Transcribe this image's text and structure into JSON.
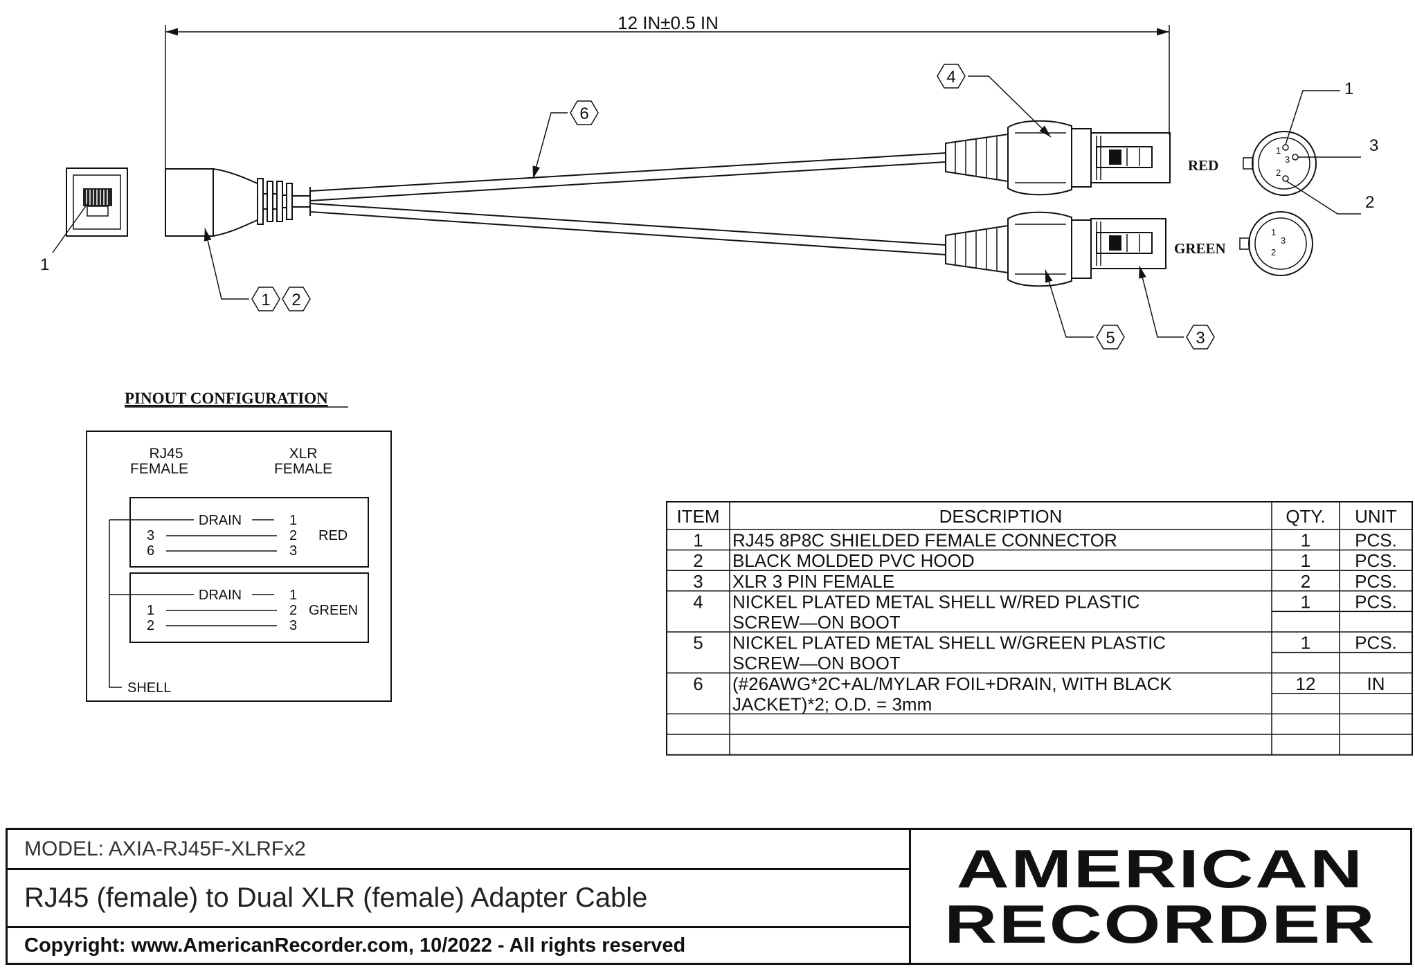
{
  "dimension": {
    "label": "12  IN±0.5  IN"
  },
  "callouts": [
    "1",
    "2",
    "3",
    "4",
    "5",
    "6"
  ],
  "rj45_port": {
    "pin_label": "1"
  },
  "xlr_end": {
    "pins": [
      "1",
      "2",
      "3"
    ],
    "face_pins": "2 1 3"
  },
  "connectors": {
    "red_label": "RED",
    "green_label": "GREEN"
  },
  "pinout": {
    "title": "PINOUT  CONFIGURATION",
    "rj45_header": [
      "RJ45",
      "FEMALE"
    ],
    "xlr_header": [
      "XLR",
      "FEMALE"
    ],
    "red_group": {
      "drain": "DRAIN",
      "rj_pins": [
        "3",
        "6"
      ],
      "xlr_pins": [
        "1",
        "2",
        "3"
      ],
      "label": "RED"
    },
    "green_group": {
      "drain": "DRAIN",
      "rj_pins": [
        "1",
        "2"
      ],
      "xlr_pins": [
        "1",
        "2",
        "3"
      ],
      "label": "GREEN"
    },
    "shell_label": "SHELL"
  },
  "bom": {
    "headers": [
      "ITEM",
      "DESCRIPTION",
      "QTY.",
      "UNIT"
    ],
    "rows": [
      [
        "1",
        "RJ45  8P8C  SHIELDED  FEMALE  CONNECTOR",
        "1",
        "PCS."
      ],
      [
        "2",
        "BLACK  MOLDED  PVC  HOOD",
        "1",
        "PCS."
      ],
      [
        "3",
        "XLR  3  PIN  FEMALE",
        "2",
        "PCS."
      ],
      [
        "4",
        "NICKEL  PLATED  METAL  SHELL  W/RED  PLASTIC",
        "1",
        "PCS."
      ],
      [
        "",
        "SCREW—ON  BOOT",
        "",
        ""
      ],
      [
        "5",
        "NICKEL  PLATED  METAL  SHELL  W/GREEN  PLASTIC",
        "1",
        "PCS."
      ],
      [
        "",
        "SCREW—ON  BOOT",
        "",
        ""
      ],
      [
        "6",
        "(#26AWG*2C+AL/MYLAR  FOIL+DRAIN,  WITH  BLACK",
        "12",
        "IN"
      ],
      [
        "",
        "JACKET)*2;  O.D.  =  3mm",
        "",
        ""
      ],
      [
        "",
        "",
        "",
        ""
      ],
      [
        "",
        "",
        "",
        ""
      ]
    ]
  },
  "title_block": {
    "model": "MODEL: AXIA-RJ45F-XLRFx2",
    "title": "RJ45 (female) to Dual XLR (female) Adapter Cable",
    "copyright": "Copyright: www.AmericanRecorder.com, 10/2022 - All rights reserved",
    "logo_line1": "AMERICAN",
    "logo_line2": "RECORDER"
  }
}
